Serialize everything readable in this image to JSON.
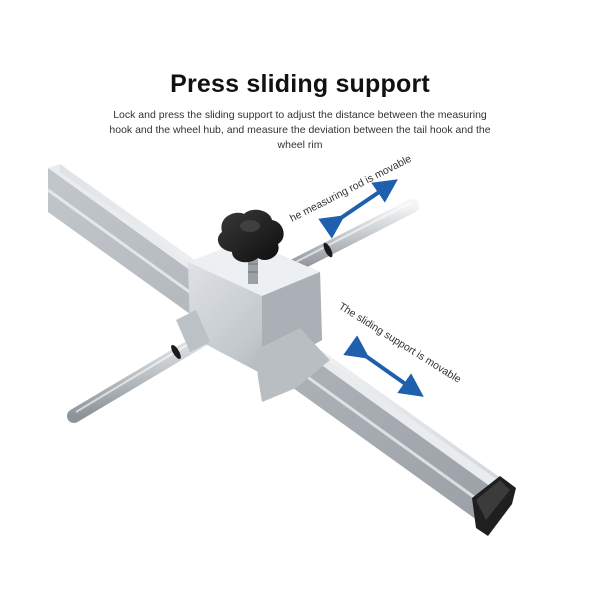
{
  "header": {
    "title": "Press sliding support",
    "description": "Lock and press the sliding support to adjust the distance between the measuring hook and the wheel hub, and measure the deviation between the tail hook and the wheel rim"
  },
  "annotations": {
    "rod_label": "he measuring rod is movable",
    "support_label": "The sliding support is movable"
  },
  "colors": {
    "arrow": "#1e5fae",
    "metal": "#c9ced3",
    "knob": "#1b1b1b"
  }
}
